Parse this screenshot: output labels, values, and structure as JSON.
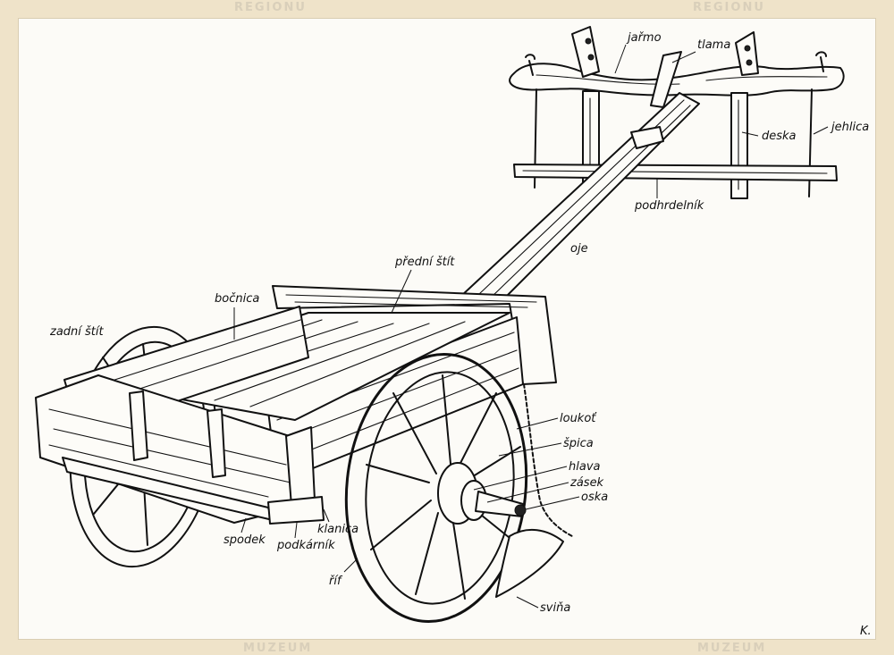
{
  "diagram": {
    "labels": {
      "jarmo": "jařmo",
      "tlama": "tlama",
      "deska": "deska",
      "jehlica": "jehlica",
      "podhrdelnik": "podhrdelník",
      "oje": "oje",
      "predni_stit": "přední štít",
      "bocnica": "bočnica",
      "zadni_stit": "zadní štít",
      "loukot": "loukoť",
      "spica": "špica",
      "hlava": "hlava",
      "zasek": "zásek",
      "oska": "oska",
      "spodek": "spodek",
      "podkarnik": "podkárník",
      "klanica": "klanica",
      "rif": "říf",
      "svina": "sviňa"
    },
    "signature": "K.",
    "watermark_top": [
      "REGIONU",
      "REGIONU"
    ],
    "watermark_bottom": [
      "MUZEUM",
      "MUZEUM"
    ]
  }
}
